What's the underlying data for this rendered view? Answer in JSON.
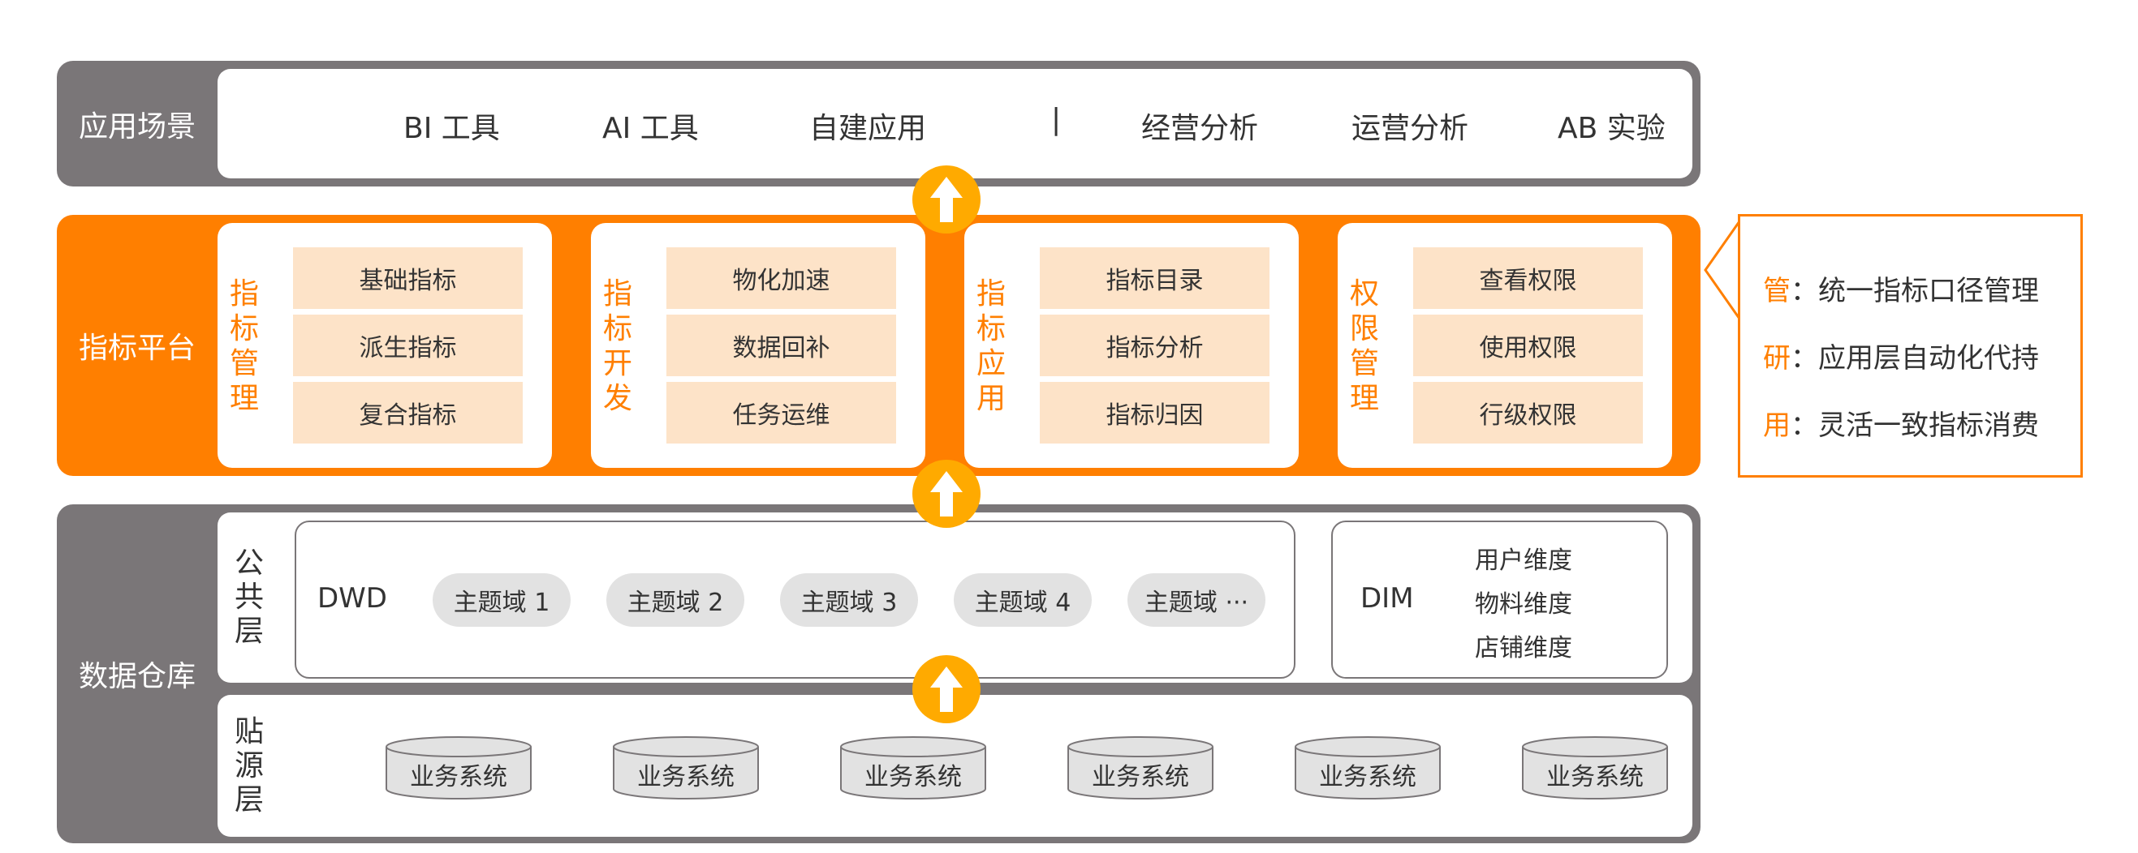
{
  "app_layer": {
    "label": "应用场景",
    "items": [
      "BI 工具",
      "AI 工具",
      "自建应用",
      "|",
      "经营分析",
      "运营分析",
      "AB 实验"
    ]
  },
  "metrics_layer": {
    "label": "指标平台",
    "groups": [
      {
        "title": [
          "指",
          "标",
          "管",
          "理"
        ],
        "items": [
          "基础指标",
          "派生指标",
          "复合指标"
        ]
      },
      {
        "title": [
          "指",
          "标",
          "开",
          "发"
        ],
        "items": [
          "物化加速",
          "数据回补",
          "任务运维"
        ]
      },
      {
        "title": [
          "指",
          "标",
          "应",
          "用"
        ],
        "items": [
          "指标目录",
          "指标分析",
          "指标归因"
        ]
      },
      {
        "title": [
          "权",
          "限",
          "管",
          "理"
        ],
        "items": [
          "查看权限",
          "使用权限",
          "行级权限"
        ]
      }
    ]
  },
  "callout": {
    "lines": [
      {
        "key": "管",
        "sep": "：",
        "text": "统一指标口径管理"
      },
      {
        "key": "研",
        "sep": "：",
        "text": "应用层自动化代持"
      },
      {
        "key": "用",
        "sep": "：",
        "text": "灵活一致指标消费"
      }
    ]
  },
  "warehouse_layer": {
    "label": "数据仓库",
    "common": {
      "title": [
        "公",
        "共",
        "层"
      ],
      "dwd_label": "DWD",
      "topics": [
        "主题域 1",
        "主题域 2",
        "主题域 3",
        "主题域 4",
        "主题域 ···"
      ],
      "dim_label": "DIM",
      "dims": [
        "用户维度",
        "物料维度",
        "店铺维度"
      ]
    },
    "source": {
      "title": [
        "贴",
        "源",
        "层"
      ],
      "systems": [
        "业务系统",
        "业务系统",
        "业务系统",
        "业务系统",
        "业务系统",
        "业务系统"
      ]
    }
  },
  "colors": {
    "orange": "#ff7f00",
    "gray": "#7a7678",
    "pill": "#fde3c8",
    "topic": "#e2e2e2",
    "arrow": "#ffaa00"
  }
}
